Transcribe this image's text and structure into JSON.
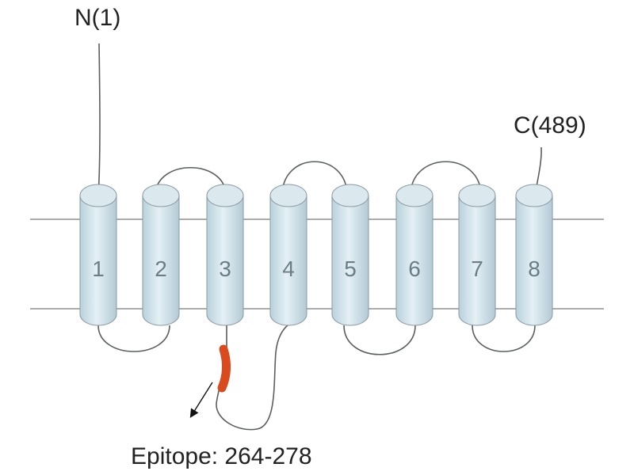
{
  "n_terminus": "N(1)",
  "c_terminus": "C(489)",
  "epitope_label": "Epitope: 264-278",
  "helices": [
    "1",
    "2",
    "3",
    "4",
    "5",
    "6",
    "7",
    "8"
  ],
  "colors": {
    "helix_fill": "#cfe3ec",
    "helix_stroke": "#8a9aa3",
    "epitope": "#d94a1e"
  }
}
